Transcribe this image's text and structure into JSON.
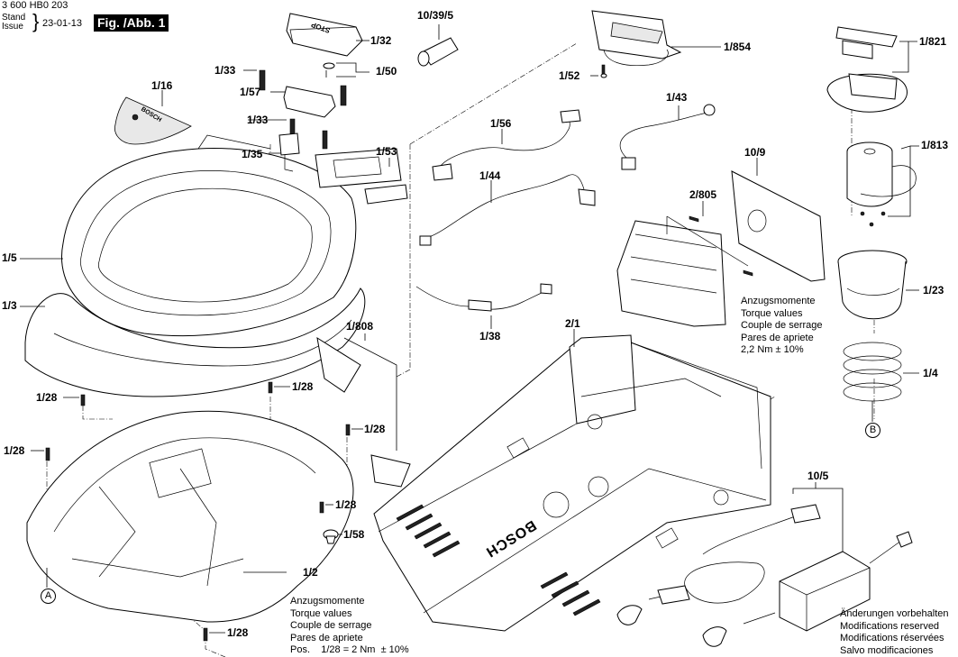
{
  "header": {
    "document_number": "3 600 HB0 203",
    "stand_label": "Stand",
    "issue_label": "Issue",
    "date": "23-01-13",
    "figure_title": "Fig. /Abb. 1"
  },
  "part_labels": {
    "p1_32": "1/32",
    "p1_33a": "1/33",
    "p1_50": "1/50",
    "p1_57": "1/57",
    "p1_33b": "1/33",
    "p1_35": "1/35",
    "p1_53": "1/53",
    "p1_16": "1/16",
    "p1_5": "1/5",
    "p1_3": "1/3",
    "p10_39_5": "10/39/5",
    "p1_854": "1/854",
    "p1_52": "1/52",
    "p1_43": "1/43",
    "p1_56": "1/56",
    "p1_44": "1/44",
    "p10_9": "10/9",
    "p2_805": "2/805",
    "p1_38": "1/38",
    "p1_808": "1/808",
    "p2_1": "2/1",
    "p1_821": "1/821",
    "p1_813": "1/813",
    "p1_23": "1/23",
    "p1_4": "1/4",
    "p1_28_a": "1/28",
    "p1_28_b": "1/28",
    "p1_28_c": "1/28",
    "p1_28_d": "1/28",
    "p1_28_e": "1/28",
    "p1_28_f": "1/28",
    "p1_58": "1/58",
    "p1_2": "1/2",
    "p10_5": "10/5"
  },
  "reference_markers": {
    "a": "A",
    "b": "B"
  },
  "torque_note_right": {
    "lines": [
      "Anzugsmomente",
      "Torque values",
      "Couple de serrage",
      "Pares de apriete",
      "2,2 Nm ± 10%"
    ]
  },
  "torque_note_bottom": {
    "lines": [
      "Anzugsmomente",
      "Torque values",
      "Couple de serrage",
      "Pares de apriete",
      "Pos.    1/28 = 2 Nm  ± 10%"
    ]
  },
  "modifications_note": {
    "lines": [
      "Änderungen vorbehalten",
      "Modifications reserved",
      "Modifications réservées",
      "Salvo modificaciones"
    ]
  },
  "brand_marks": {
    "cover_decal_text": "BOSCH",
    "base_text": "BOSCH",
    "stop_button_text": "STOP"
  }
}
